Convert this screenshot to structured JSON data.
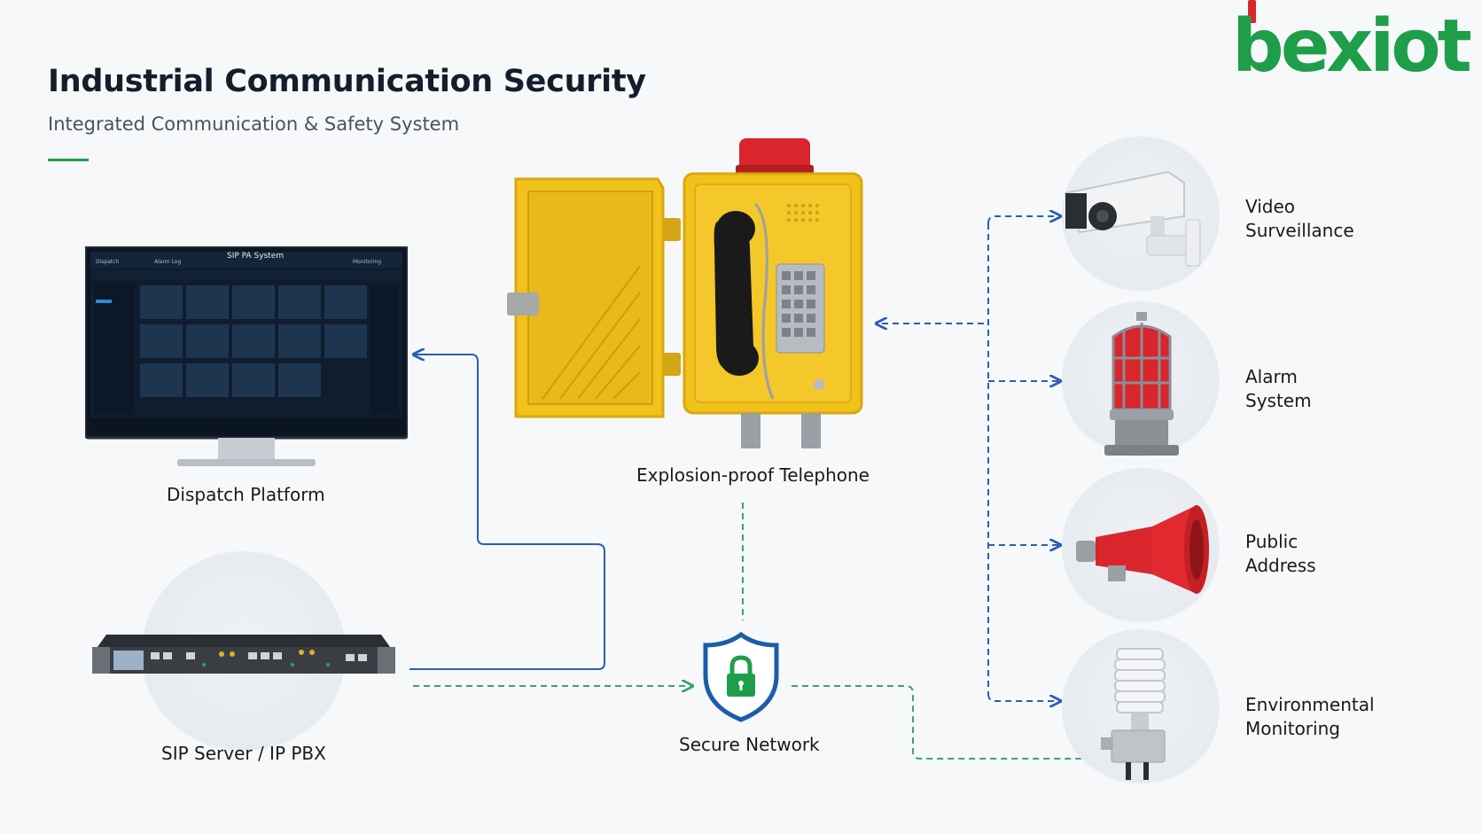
{
  "header": {
    "title": "Industrial Communication Security",
    "subtitle": "Integrated Communication & Safety System"
  },
  "logo": {
    "text": "bexiot",
    "color": "#1f9e4a",
    "accent": "#d8262c"
  },
  "nodes": {
    "dispatch": {
      "label": "Dispatch Platform"
    },
    "telephone": {
      "label": "Explosion-proof Telephone"
    },
    "server": {
      "label": "SIP Server / IP PBX"
    },
    "network": {
      "label": "Secure Network"
    }
  },
  "dispatch_screen": {
    "app_title": "SIP PA System",
    "tab_dispatch": "Dispatch",
    "tab_alarm": "Alarm Log",
    "tab_monitoring": "Monitoring"
  },
  "peripherals": [
    {
      "line1": "Video",
      "line2": "Surveillance",
      "icon": "cctv-camera-icon"
    },
    {
      "line1": "Alarm",
      "line2": "System",
      "icon": "beacon-light-icon"
    },
    {
      "line1": "Public",
      "line2": "Address",
      "icon": "horn-speaker-icon"
    },
    {
      "line1": "Environmental",
      "line2": "Monitoring",
      "icon": "weather-sensor-icon"
    }
  ],
  "colors": {
    "background": "#f6f8fa",
    "title": "#141e2b",
    "accent_green": "#1f9e4a",
    "link_blue": "#2a5fb0",
    "link_green": "#3aa66a",
    "phone_yellow": "#f2c21c",
    "alarm_red": "#d8262c"
  }
}
